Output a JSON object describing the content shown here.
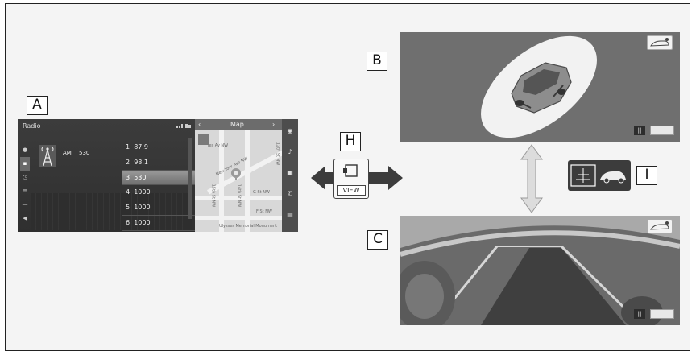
{
  "labels": {
    "a": "A",
    "b": "B",
    "c": "C",
    "h": "H",
    "i": "I"
  },
  "screen_a": {
    "title": "Radio",
    "band": "AM",
    "frequency": "530",
    "side_icons": [
      "media-icon",
      "am-icon",
      "clock-icon",
      "list-icon",
      "minus-icon",
      "volume-icon"
    ],
    "presets": [
      {
        "num": "1",
        "freq": "87.9"
      },
      {
        "num": "2",
        "freq": "98.1"
      },
      {
        "num": "3",
        "freq": "530"
      },
      {
        "num": "4",
        "freq": "1000"
      },
      {
        "num": "5",
        "freq": "1000"
      },
      {
        "num": "6",
        "freq": "1000"
      }
    ],
    "selected_preset_index": 2,
    "map": {
      "title": "Map",
      "streets": [
        "Jes Av NW",
        "New York Ave NW",
        "15th St NW",
        "14th St NW",
        "G St NW",
        "F St NW",
        "12th St NW",
        "Ulysses Memorial Monument"
      ]
    }
  },
  "h_button": {
    "view_label": "VIEW"
  },
  "colors": {
    "screen_bg": "#6f6f6f",
    "highlight": "#f2f2f2",
    "frame": "#222222"
  }
}
